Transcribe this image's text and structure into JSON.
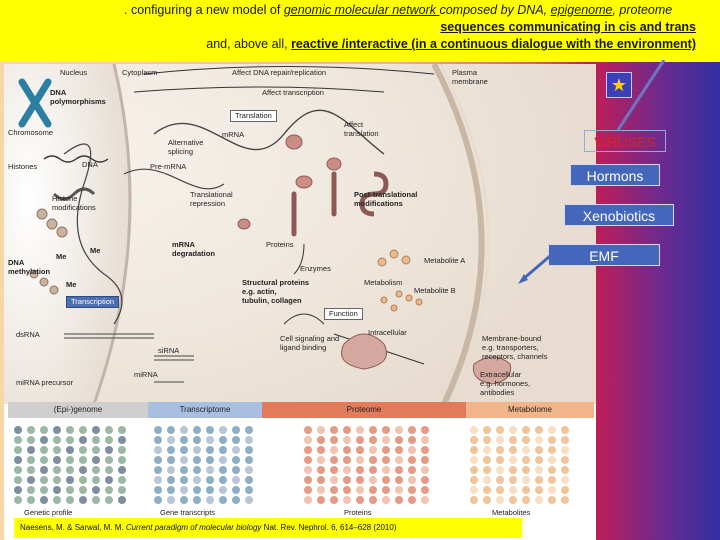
{
  "header": {
    "line1_prefix": ". configuring a new model of ",
    "line1_link": "genomic molecular network ",
    "line1_mid": "composed by DNA, ",
    "line1_epi": "epigenome",
    "line1_end": ", proteome",
    "line2": "sequences communicating in cis and trans",
    "line3_prefix": "and, above all, ",
    "line3_bold": "reactive /interactive (in a continuous dialogue with the environment)"
  },
  "side_factors": {
    "star": "★",
    "viruses": "VIRUSES",
    "hormons": "Hormons",
    "xenobiotics": "Xenobiotics",
    "emf": "EMF"
  },
  "figure": {
    "labels": {
      "nucleus": "Nucleus",
      "cytoplasm": "Cytoplasm",
      "affect_dna": "Affect DNA repair/replication",
      "affect_transcription": "Affect transcription",
      "plasma_membrane": "Plasma\nmembrane",
      "dna_polymorphisms": "DNA\npolymorphisms",
      "chromosome": "Chromosome",
      "histones": "Histones",
      "dna": "DNA",
      "histone_mod": "Histone\nmodifications",
      "translation": "Translation",
      "mrna": "mRNA",
      "alt_splicing": "Alternative\nsplicing",
      "pre_mrna": "Pre-mRNA",
      "affect_translation": "Affect\ntranslation",
      "trans_repression": "Translational\nrepression",
      "post_trans": "Post-translational\nmodifications",
      "me1": "Me",
      "me2": "Me",
      "me3": "Me",
      "dna_methylation": "DNA\nmethylation",
      "mrna_degradation": "mRNA\ndegradation",
      "proteins": "Proteins",
      "enzymes": "Enzymes",
      "metabolite_a": "Metabolite A",
      "metabolism": "Metabolism",
      "metabolite_b": "Metabolite B",
      "transcription": "Transcription",
      "structural": "Structural proteins\ne.g. actin,\ntubulin, collagen",
      "function": "Function",
      "dsrna": "dsRNA",
      "sirna": "siRNA",
      "mirna": "miRNA",
      "mirna_precursor": "miRNA precursor",
      "cell_signaling": "Cell signaling and\nligand binding",
      "intracellular": "Intracellular",
      "membrane_bound": "Membrane-bound\ne.g. transporters,\nreceptors, channels",
      "extracellular": "Extracellular\ne.g. hormones,\nantibodies"
    },
    "omics": [
      {
        "label": "(Epi-)genome",
        "color": "#cfcfcf"
      },
      {
        "label": "Transcriptome",
        "color": "#a9bfe2"
      },
      {
        "label": "Proteome",
        "color": "#e37b5a"
      },
      {
        "label": "Metabolome",
        "color": "#f2b489"
      }
    ],
    "profiles": [
      "Genetic profile",
      "Gene transcripts",
      "Proteins",
      "Metabolites"
    ]
  },
  "caption": {
    "authors": "Naesens, M. & Sarwal, M. M. ",
    "title": "Current paradigm of molecular biology",
    "journal": " Nat. Rev. Nephrol. 6, 614–628 (2010)"
  },
  "colors": {
    "header_bg": "#ffff00",
    "factor_box": "#4466bb",
    "viruses_text": "#d32626",
    "star": "#ffd200"
  }
}
